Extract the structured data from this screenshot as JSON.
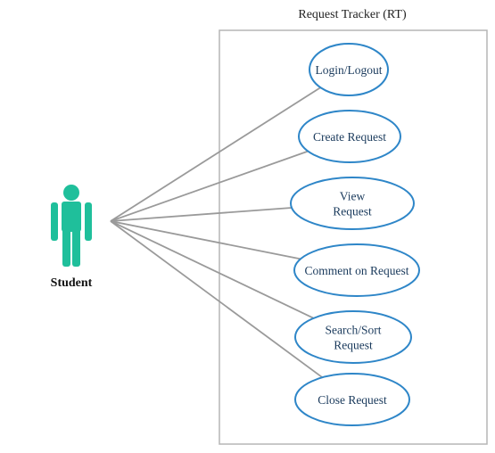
{
  "system": {
    "title": "Request Tracker (RT)"
  },
  "actor": {
    "label": "Student"
  },
  "use_cases": [
    {
      "id": "login",
      "lines": [
        "Login/Logout"
      ]
    },
    {
      "id": "create",
      "lines": [
        "Create Request"
      ]
    },
    {
      "id": "view",
      "lines": [
        "View",
        "Request"
      ]
    },
    {
      "id": "comment",
      "lines": [
        "Comment on Request"
      ]
    },
    {
      "id": "search",
      "lines": [
        "Search/Sort",
        "Request"
      ]
    },
    {
      "id": "close",
      "lines": [
        "Close Request"
      ]
    }
  ],
  "colors": {
    "actor": "#1fbf9b",
    "usecase_stroke": "#2e86c8",
    "association": "#9a9a9a",
    "system_border": "#b5b5b5"
  }
}
